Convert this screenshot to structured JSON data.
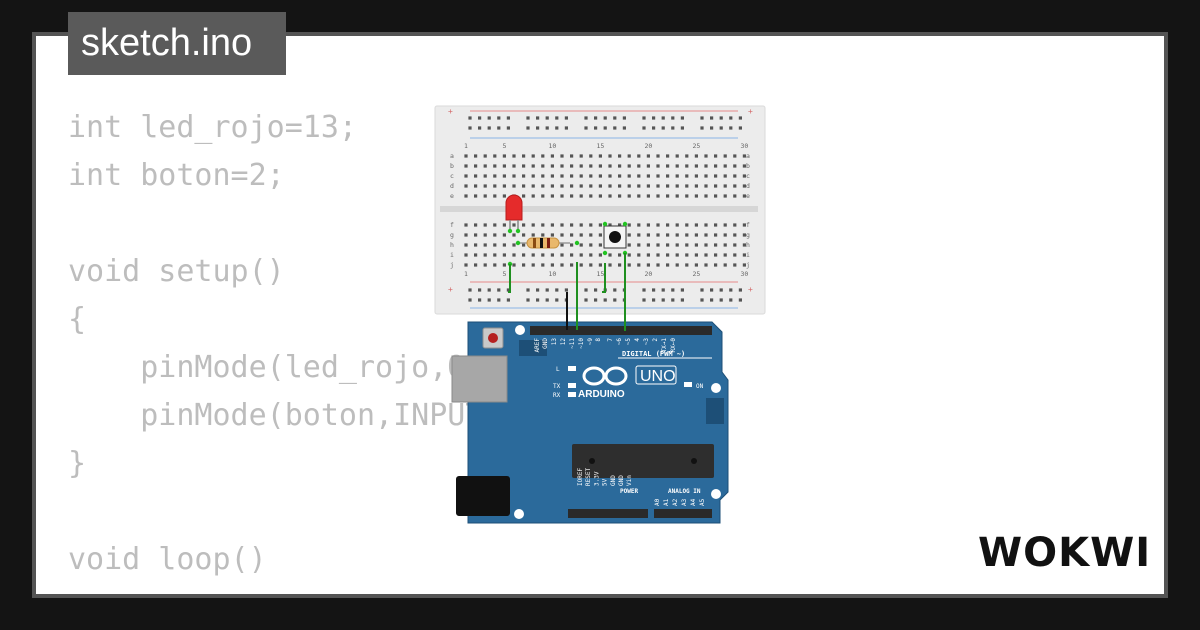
{
  "file_tab": {
    "label": "sketch.ino"
  },
  "code": {
    "lines": [
      "int led_rojo=13;",
      "int boton=2;",
      "",
      "void setup()",
      "{",
      "    pinMode(led_rojo,OUTPUT);",
      "    pinMode(boton,INPUT);",
      "}",
      "",
      "void loop()",
      "{"
    ]
  },
  "breadboard": {
    "column_numbers": [
      "1",
      "5",
      "10",
      "15",
      "20",
      "25",
      "30"
    ],
    "row_letters_top": [
      "a",
      "b",
      "c",
      "d",
      "e"
    ],
    "row_letters_bottom": [
      "f",
      "g",
      "h",
      "i",
      "j"
    ],
    "rail_symbols": [
      "+",
      "-"
    ]
  },
  "arduino": {
    "board_name": "UNO",
    "brand": "ARDUINO",
    "digital_header_label": "DIGITAL (PWM ~)",
    "top_pin_labels": [
      "AREF",
      "GND",
      "13",
      "12",
      "~11",
      "~10",
      "~9",
      "8",
      "7",
      "~6",
      "~5",
      "4",
      "~3",
      "2",
      "TX→1",
      "RX←0"
    ],
    "led_labels": [
      "L",
      "TX",
      "RX"
    ],
    "on_label": "ON",
    "power_header_label": "POWER",
    "analog_header_label": "ANALOG IN",
    "power_pin_labels": [
      "IOREF",
      "RESET",
      "3.3V",
      "5V",
      "GND",
      "GND",
      "Vin"
    ],
    "analog_pin_labels": [
      "A0",
      "A1",
      "A2",
      "A3",
      "A4",
      "A5"
    ]
  },
  "brand": {
    "logo_text": "WOKWI"
  },
  "colors": {
    "board_blue": "#2b6a9b",
    "wire_green": "#1f8f1f",
    "wire_black": "#111111",
    "led_red": "#e52b2b",
    "code_text": "#bdbdbd"
  }
}
